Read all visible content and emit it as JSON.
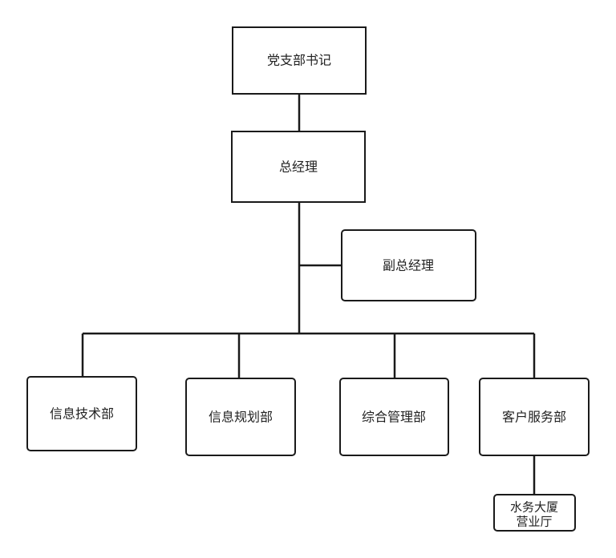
{
  "colors": {
    "stroke": "#1a1a1a",
    "fill": "#ffffff",
    "text": "#222222"
  },
  "nodes": {
    "party_secretary": "党支部书记",
    "general_manager": "总经理",
    "deputy_general_manager": "副总经理",
    "it_dept": "信息技术部",
    "info_planning_dept": "信息规划部",
    "general_management_dept": "综合管理部",
    "customer_service_dept": "客户服务部",
    "water_affairs_hall": [
      "水务大厦",
      "营业厅"
    ]
  }
}
